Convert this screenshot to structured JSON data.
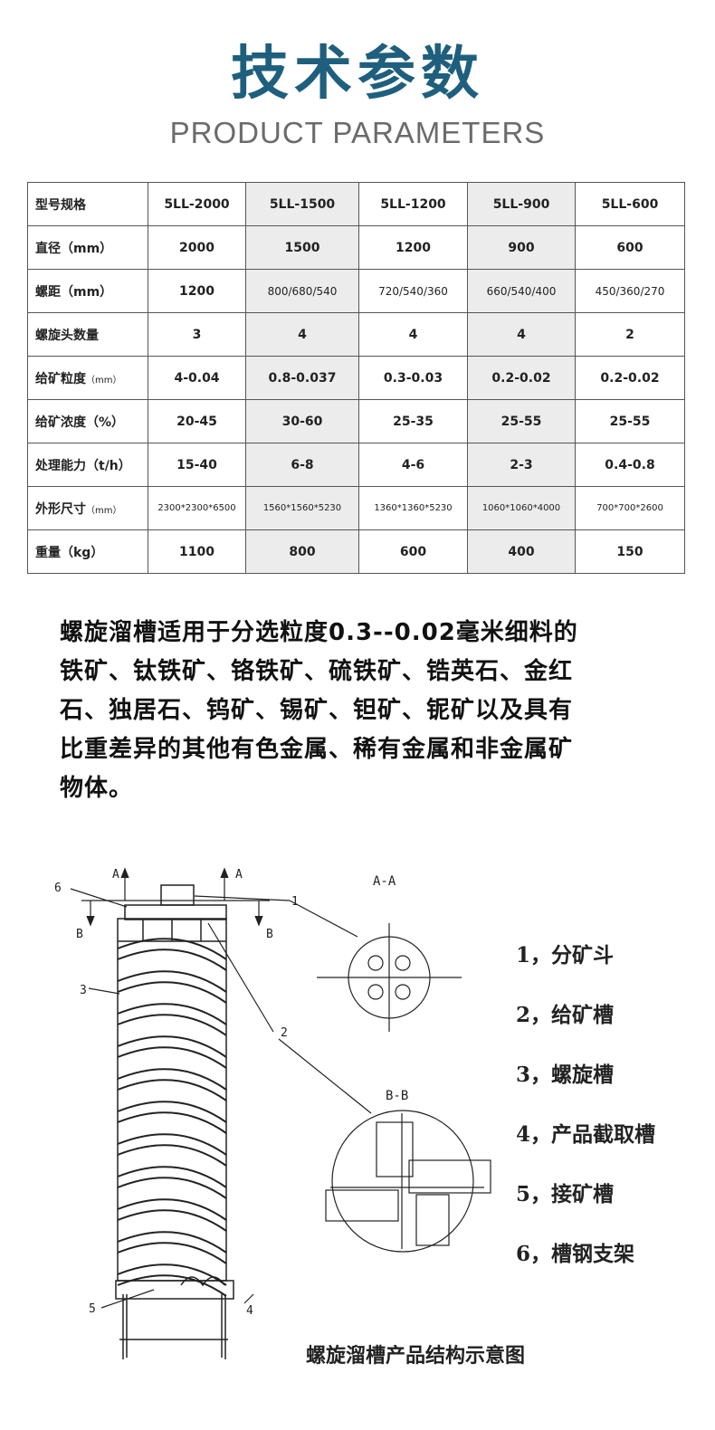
{
  "header": {
    "title": "技术参数",
    "subtitle": "PRODUCT PARAMETERS"
  },
  "table": {
    "rows": [
      {
        "label": "型号规格",
        "unit": "",
        "cells": [
          "5LL-2000",
          "5LL-1500",
          "5LL-1200",
          "5LL-900",
          "5LL-600"
        ]
      },
      {
        "label": "直径（mm）",
        "unit": "",
        "cells": [
          "2000",
          "1500",
          "1200",
          "900",
          "600"
        ]
      },
      {
        "label": "螺距（mm）",
        "unit": "",
        "cells": [
          "1200",
          "800/680/540",
          "720/540/360",
          "660/540/400",
          "450/360/270"
        ]
      },
      {
        "label": "螺旋头数量",
        "unit": "",
        "cells": [
          "3",
          "4",
          "4",
          "4",
          "2"
        ]
      },
      {
        "label": "给矿粒度",
        "unit": "（mm）",
        "cells": [
          "4-0.04",
          "0.8-0.037",
          "0.3-0.03",
          "0.2-0.02",
          "0.2-0.02"
        ]
      },
      {
        "label": "给矿浓度（%）",
        "unit": "",
        "cells": [
          "20-45",
          "30-60",
          "25-35",
          "25-55",
          "25-55"
        ]
      },
      {
        "label": "处理能力（t/h）",
        "unit": "",
        "cells": [
          "15-40",
          "6-8",
          "4-6",
          "2-3",
          "0.4-0.8"
        ]
      },
      {
        "label": "外形尺寸",
        "unit": "（mm）",
        "cells": [
          "2300*2300*6500",
          "1560*1560*5230",
          "1360*1360*5230",
          "1060*1060*4000",
          "700*700*2600"
        ]
      },
      {
        "label": "重量（kg）",
        "unit": "",
        "cells": [
          "1100",
          "800",
          "600",
          "400",
          "150"
        ]
      }
    ]
  },
  "description": [
    "螺旋溜槽适用于分选粒度0.3--0.02毫米细料的",
    "铁矿、钛铁矿、铬铁矿、硫铁矿、锆英石、金红",
    "石、独居石、钨矿、锡矿、钽矿、铌矿以及具有",
    "比重差异的其他有色金属、稀有金属和非金属矿",
    "物体。"
  ],
  "diagram": {
    "section_aa": "A-A",
    "section_bb": "B-B",
    "marker_a": "A",
    "marker_b": "B",
    "callouts": [
      "1",
      "2",
      "3",
      "4",
      "5",
      "6"
    ],
    "legend": [
      "1，分矿斗",
      "2，给矿槽",
      "3，螺旋槽",
      "4，产品截取槽",
      "5，接矿槽",
      "6，槽钢支架"
    ],
    "caption": "螺旋溜槽产品结构示意图"
  },
  "colors": {
    "title": "#1f5f7e",
    "subtitle": "#6b6b6b",
    "shade": "#ececec"
  }
}
